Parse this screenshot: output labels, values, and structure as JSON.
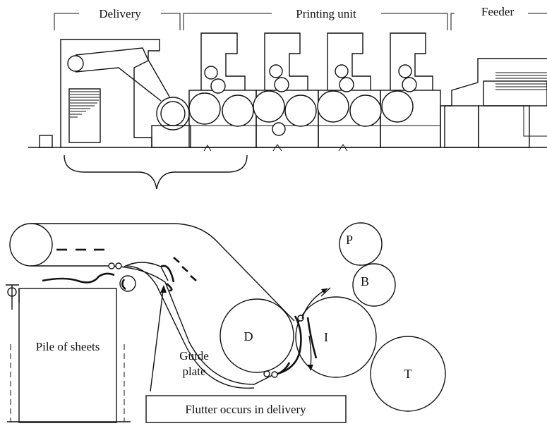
{
  "top_labels": {
    "delivery": "Delivery",
    "printing_unit": "Printing unit",
    "feeder": "Feeder"
  },
  "detail_labels": {
    "pile": "Pile of sheets",
    "guide_line1": "Guide",
    "guide_line2": "plate",
    "caption": "Flutter occurs in delivery",
    "cyl_d": "D",
    "cyl_i": "I",
    "cyl_t": "T",
    "cyl_p": "P",
    "cyl_b": "B"
  }
}
